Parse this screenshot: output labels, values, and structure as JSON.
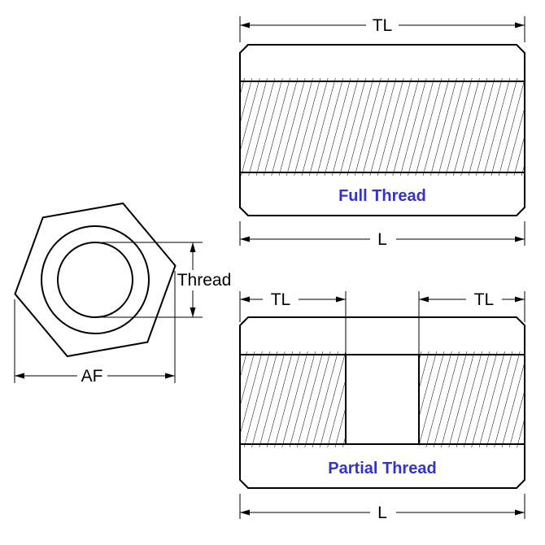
{
  "page": {
    "background": "#ffffff"
  },
  "colors": {
    "line": "#000000",
    "accent_label": "#3333cc"
  },
  "front_view": {
    "thread_dim_label": "Thread",
    "af_dim_label": "AF"
  },
  "full_thread_view": {
    "caption": "Full Thread",
    "tl_dim_label": "TL",
    "length_dim_label": "L"
  },
  "partial_thread_view": {
    "caption": "Partial Thread",
    "tl_left_dim_label": "TL",
    "tl_right_dim_label": "TL",
    "length_dim_label": "L"
  }
}
